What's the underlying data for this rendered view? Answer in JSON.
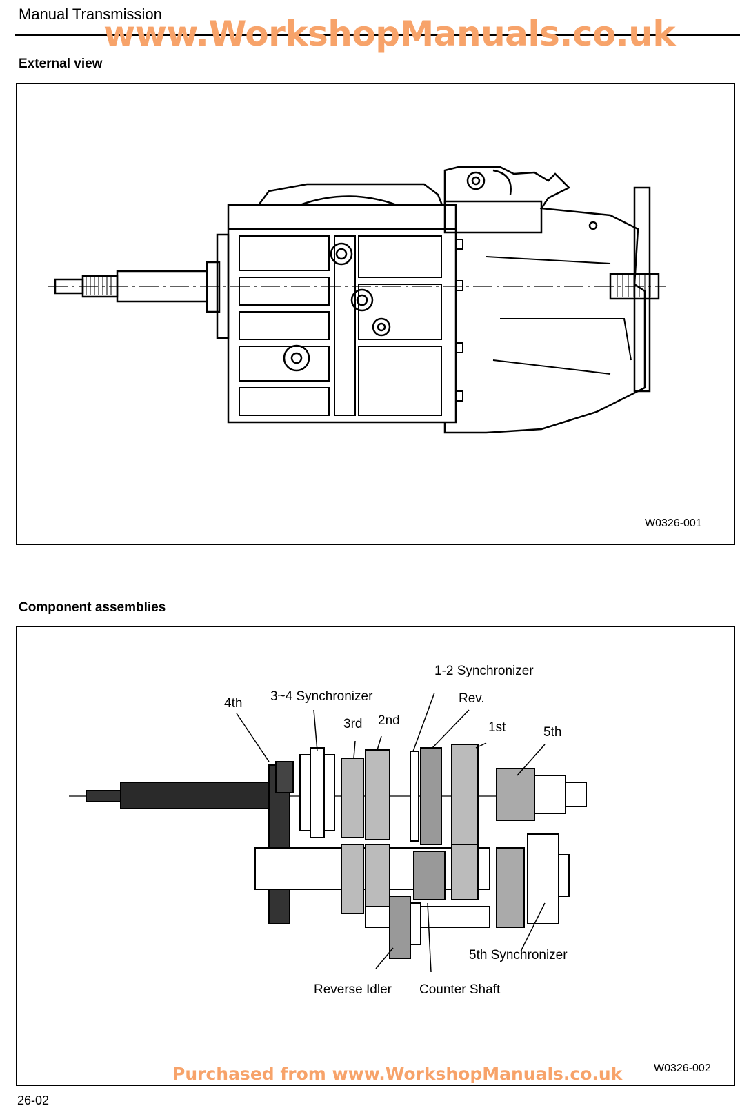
{
  "header": {
    "title": "Manual Transmission",
    "watermark": "www.WorkshopManuals.co.uk"
  },
  "sections": {
    "external_view": {
      "heading": "External view",
      "figure_code": "W0326-001"
    },
    "component_assemblies": {
      "heading": "Component assemblies",
      "figure_code": "W0326-002",
      "callouts": {
        "fourth": "4th",
        "sync_34": "3~4 Synchronizer",
        "sync_12": "1-2 Synchronizer",
        "rev": "Rev.",
        "third": "3rd",
        "second": "2nd",
        "first": "1st",
        "fifth": "5th",
        "sync_5": "5th Synchronizer",
        "reverse_idler": "Reverse Idler",
        "counter_shaft": "Counter Shaft"
      }
    }
  },
  "footer": {
    "watermark": "Purchased from www.WorkshopManuals.co.uk",
    "page_number": "26-02"
  },
  "colors": {
    "watermark": "#f7a36a",
    "ink": "#000000",
    "paper": "#ffffff"
  }
}
